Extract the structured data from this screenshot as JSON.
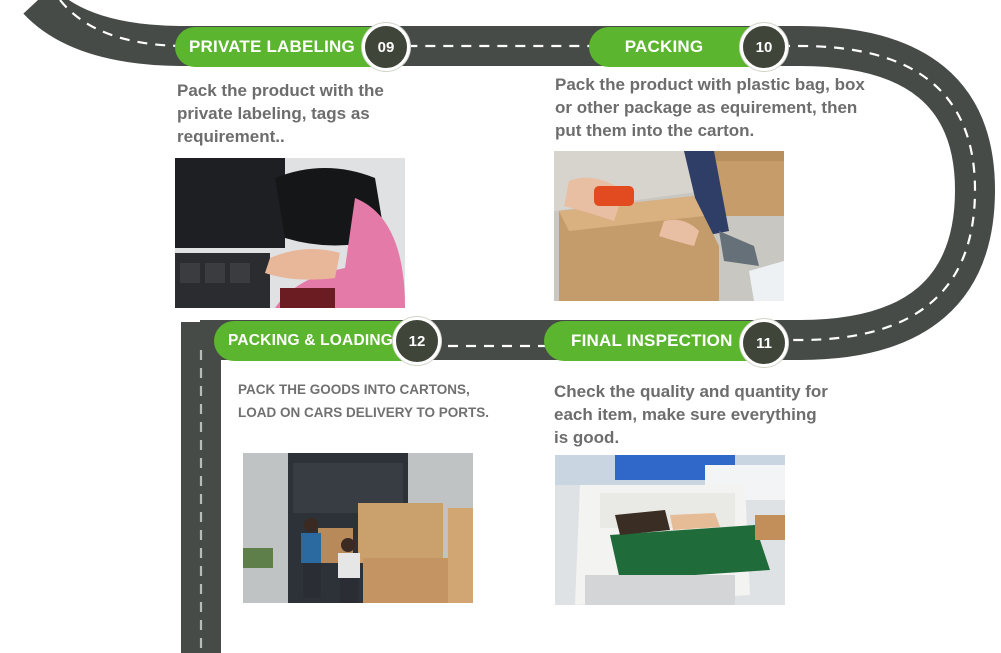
{
  "steps": [
    {
      "number": "09",
      "title": "PRIVATE LABELING",
      "description": "Pack the product with the private labeling, tags as requirement.."
    },
    {
      "number": "10",
      "title": "PACKING",
      "description": "Pack the product with plastic bag, box or other package as equirement, then put them into the carton."
    },
    {
      "number": "11",
      "title": "FINAL INSPECTION",
      "description": "Check the quality and quantity for each item, make sure everything is good."
    },
    {
      "number": "12",
      "title": "PACKING & LOADING",
      "description": "PACK THE GOODS INTO CARTONS, LOAD ON CARS DELIVERY TO PORTS."
    }
  ],
  "colors": {
    "accent": "#5cb52f",
    "road": "#474b48",
    "badge": "#3f4538",
    "text": "#6d6d6d"
  }
}
